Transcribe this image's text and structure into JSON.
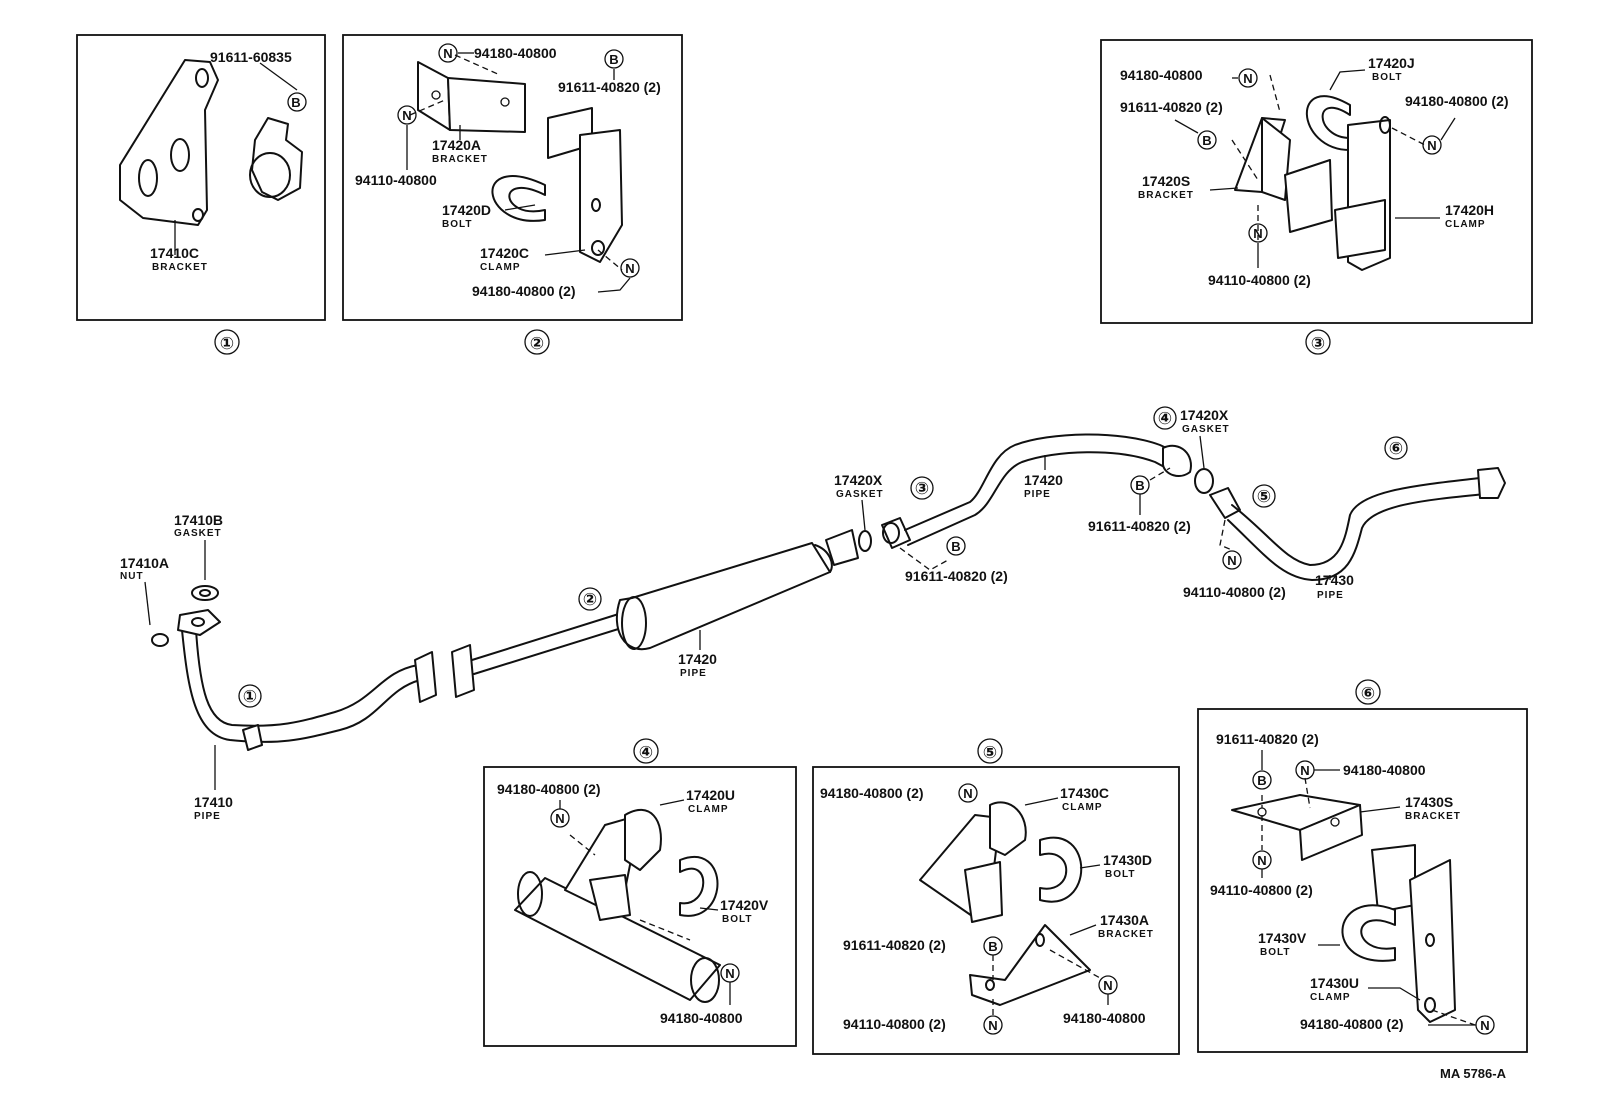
{
  "inset_labels": [
    "①",
    "②",
    "③",
    "④",
    "⑤",
    "⑥"
  ],
  "symbols": {
    "bolt": "B",
    "nut": "N"
  },
  "parts": {
    "p17410": "17410",
    "p17410A": "17410A",
    "p17410B": "17410B",
    "p17410C": "17410C",
    "p17420": "17420",
    "p17420A": "17420A",
    "p17420C": "17420C",
    "p17420D": "17420D",
    "p17420H": "17420H",
    "p17420J": "17420J",
    "p17420S": "17420S",
    "p17420U": "17420U",
    "p17420V": "17420V",
    "p17420X": "17420X",
    "p17430": "17430",
    "p17430A": "17430A",
    "p17430C": "17430C",
    "p17430D": "17430D",
    "p17430S": "17430S",
    "p17430U": "17430U",
    "p17430V": "17430V"
  },
  "names": {
    "pipe": "PIPE",
    "nut": "NUT",
    "gasket": "GASKET",
    "bracket": "BRACKET",
    "bolt": "BOLT",
    "clamp": "CLAMP"
  },
  "fasteners": {
    "f60835": "91611-60835",
    "f40820": "91611-40820",
    "f40820x2": "91611-40820 (2)",
    "n40800": "94180-40800",
    "n40800x2": "94180-40800 (2)",
    "w40800": "94110-40800",
    "w40800x2": "94110-40800 (2)"
  },
  "code": "MA 5786-A"
}
